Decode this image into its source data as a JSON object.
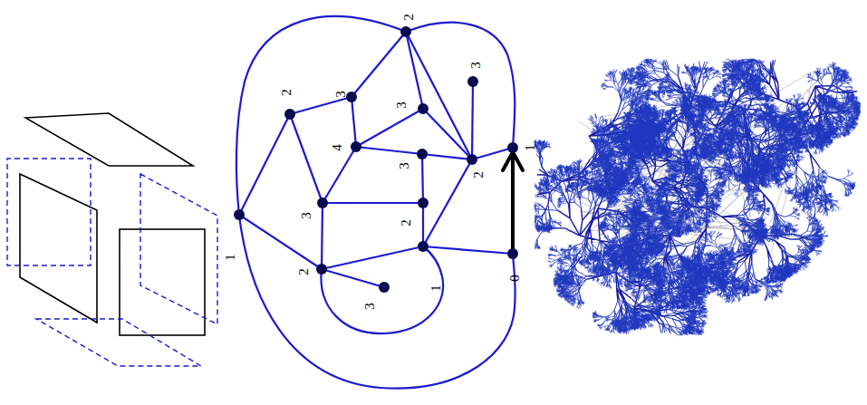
{
  "diagram": {
    "labels": [
      "2",
      "3",
      "3",
      "2",
      "3",
      "4",
      "1",
      "3",
      "2",
      "3",
      "2",
      "1",
      "2",
      "1",
      "3",
      "0"
    ]
  }
}
